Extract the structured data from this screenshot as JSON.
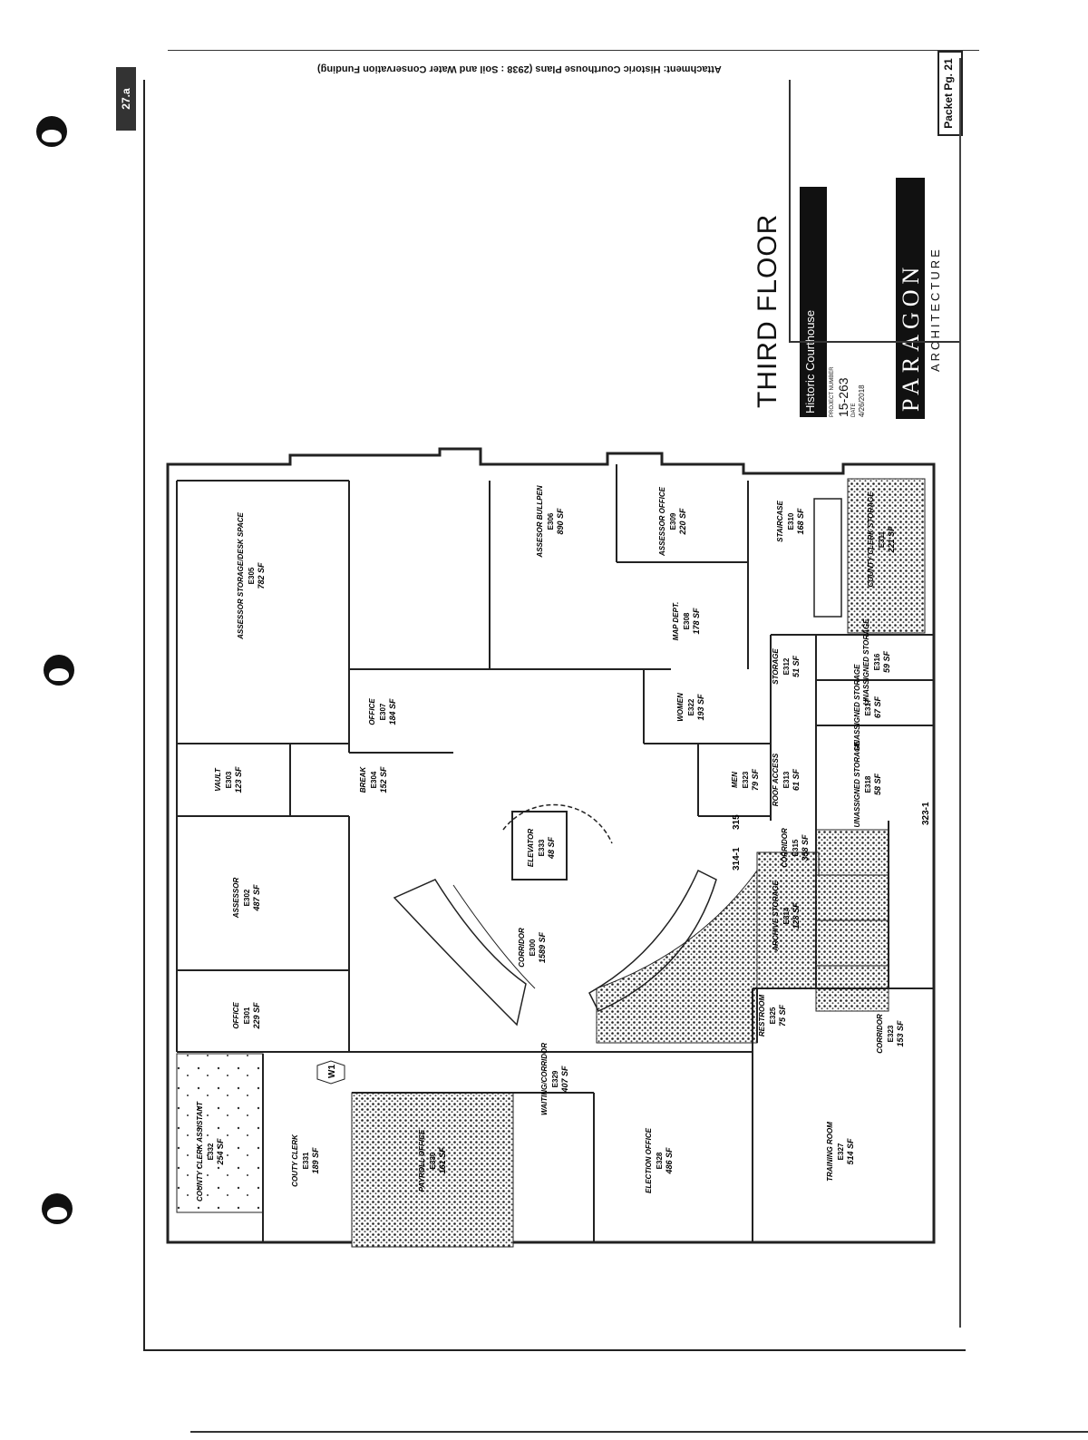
{
  "header": {
    "attachment": "Attachment: Historic Courthouse Plans  (2938 : Soil and Water Conservation Funding)",
    "badge_left": "27.a",
    "packet": "Packet Pg. 21"
  },
  "title_block": {
    "sheet_title": "THIRD FLOOR",
    "project_name": "Historic Courthouse",
    "project_number_label": "PROJECT NUMBER",
    "project_number": "15-263",
    "date_label": "DATE",
    "date": "4/26/2018",
    "firm_name": "PARAGON",
    "firm_sub": "ARCHITECTURE"
  },
  "rooms": [
    {
      "name": "ASSESSOR STORAGE/DESK SPACE",
      "code": "E305",
      "area": "782 SF"
    },
    {
      "name": "ASSESOR BULLPEN",
      "code": "E306",
      "area": "890 SF"
    },
    {
      "name": "ASSESSOR OFFICE",
      "code": "E309",
      "area": "220 SF"
    },
    {
      "name": "STAIRCASE",
      "code": "E310",
      "area": "168 SF"
    },
    {
      "name": "COUNTY CLERK STORAGE",
      "code": "E311",
      "area": "221 SF"
    },
    {
      "name": "MAP DEPT.",
      "code": "E308",
      "area": "178 SF"
    },
    {
      "name": "OFFICE",
      "code": "E307",
      "area": "184 SF"
    },
    {
      "name": "STORAGE",
      "code": "E312",
      "area": "51 SF"
    },
    {
      "name": "UNASSIGNED STORAGE",
      "code": "E316",
      "area": "59 SF"
    },
    {
      "name": "WOMEN",
      "code": "E322",
      "area": "193 SF"
    },
    {
      "name": "UNASSIGNED STORAGE",
      "code": "E317",
      "area": "67 SF"
    },
    {
      "name": "VAULT",
      "code": "E303",
      "area": "123 SF"
    },
    {
      "name": "BREAK",
      "code": "E304",
      "area": "152 SF"
    },
    {
      "name": "MEN",
      "code": "E323",
      "area": "79 SF"
    },
    {
      "name": "ROOF ACCESS",
      "code": "E313",
      "area": "61 SF"
    },
    {
      "name": "UNASSIGNED STORAGE",
      "code": "E318",
      "area": "58 SF"
    },
    {
      "name": "CORRIDOR",
      "code": "E315",
      "area": "358 SF"
    },
    {
      "name": "ELEVATOR",
      "code": "E333",
      "area": "48 SF"
    },
    {
      "name": "ASSESSOR",
      "code": "E302",
      "area": "487 SF"
    },
    {
      "name": "CORRIDOR",
      "code": "E300",
      "area": "1589 SF"
    },
    {
      "name": "ARCHIVE STORAGE",
      "code": "E314",
      "area": "128 SF"
    },
    {
      "name": "OFFICE",
      "code": "E301",
      "area": "229 SF"
    },
    {
      "name": "RESTROOM",
      "code": "E325",
      "area": "75 SF"
    },
    {
      "name": "CORRIDOR",
      "code": "E323",
      "area": "153 SF"
    },
    {
      "name": "WAITING/CORRIDOR",
      "code": "E329",
      "area": "407 SF"
    },
    {
      "name": "TRAINING ROOM",
      "code": "E327",
      "area": "514 SF"
    },
    {
      "name": "COUNTY CLERK ASSISTANT",
      "code": "E332",
      "area": "254 SF"
    },
    {
      "name": "COUTY CLERK",
      "code": "E331",
      "area": "189 SF"
    },
    {
      "name": "PAYROLL OFFICE",
      "code": "E330",
      "area": "161 SF"
    },
    {
      "name": "ELECTION OFFICE",
      "code": "E328",
      "area": "486 SF"
    }
  ],
  "markers": {
    "w1": "W1",
    "m314": "314-1",
    "m315": "315",
    "m323": "323-1"
  }
}
